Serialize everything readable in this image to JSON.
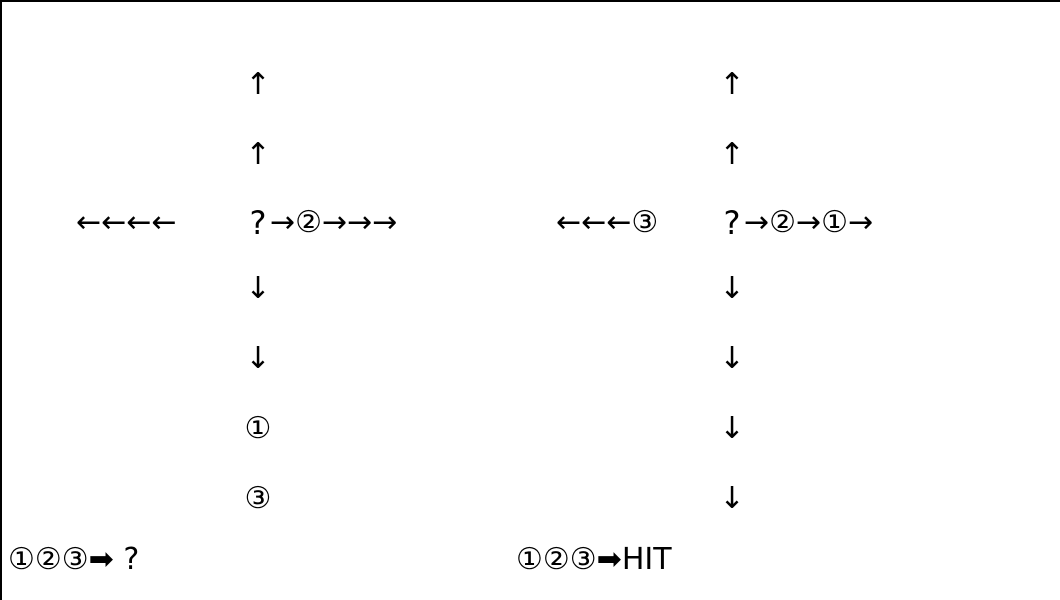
{
  "left_panel": {
    "up": [
      "↑",
      "↑"
    ],
    "left_arm": "←←←←",
    "center": "?",
    "right_arm": "→②→→→",
    "down": [
      "↓",
      "↓",
      "①",
      "③"
    ],
    "summary": "①②③➡ ?"
  },
  "right_panel": {
    "up": [
      "↑",
      "↑"
    ],
    "left_arm": "←←←③",
    "center": "?",
    "right_arm": "→②→①→",
    "down": [
      "↓",
      "↓",
      "↓",
      "↓"
    ],
    "summary": "①②③➡HIT"
  }
}
